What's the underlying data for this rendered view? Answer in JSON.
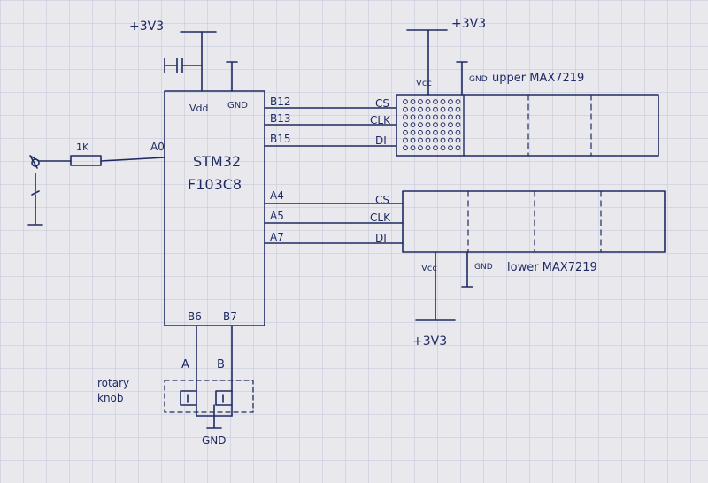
{
  "paper": {
    "background": "#e9e9ed",
    "grid_color": "#9aa1c2",
    "ink_color": "#1f2a63"
  },
  "mcu": {
    "name_line1": "STM32",
    "name_line2": "F103C8",
    "vdd_label": "Vdd",
    "gnd_label": "GND",
    "a0_label": "A0",
    "pins_upper": [
      "B12",
      "B13",
      "B15"
    ],
    "pins_lower": [
      "A4",
      "A5",
      "A7"
    ],
    "b6_label": "B6",
    "b7_label": "B7"
  },
  "power": {
    "top_left_supply": "+3V3",
    "upper_supply": "+3V3",
    "lower_supply": "+3V3"
  },
  "resistor": {
    "value": "1K"
  },
  "upper_display": {
    "signals": [
      "CS",
      "CLK",
      "DI"
    ],
    "vcc_label": "Vcc",
    "gnd_label": "GND",
    "title": "upper MAX7219"
  },
  "lower_display": {
    "signals": [
      "CS",
      "CLK",
      "DI"
    ],
    "vcc_label": "Vcc",
    "gnd_label": "GND",
    "title": "lower MAX7219"
  },
  "encoder": {
    "label_line1": "rotary",
    "label_line2": "knob",
    "pin_a": "A",
    "pin_b": "B",
    "gnd_label": "GND"
  }
}
